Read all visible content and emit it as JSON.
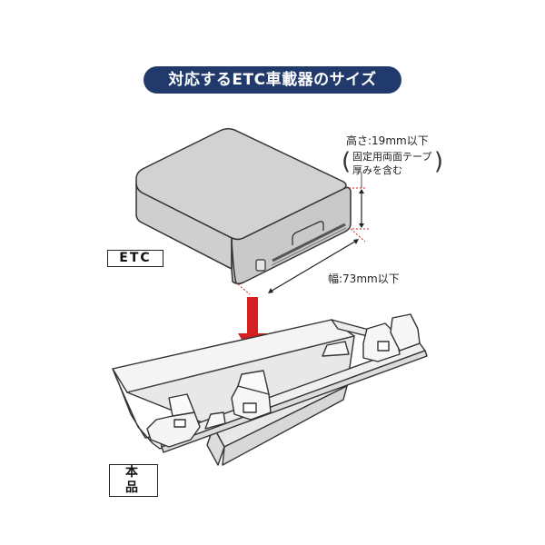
{
  "title": "対応するETC車載器のサイズ",
  "labels": {
    "etc": "ETC",
    "product": "本 品"
  },
  "annotations": {
    "height": "高さ:19mm以下",
    "height_note_line1": "固定用両面テープ",
    "height_note_line2": "厚みを含む",
    "width": "幅:73mm以下"
  },
  "colors": {
    "title_bg": "#1f3a6b",
    "title_text": "#ffffff",
    "device_fill": "#d4d4d4",
    "arrow": "#d42020",
    "dimension_marks": "#d42020"
  }
}
